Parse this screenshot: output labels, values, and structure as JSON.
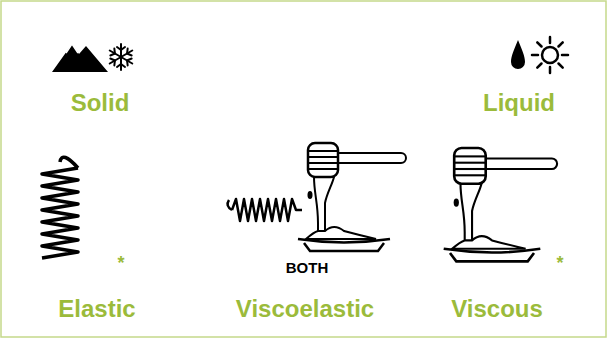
{
  "diagram": {
    "labels": [
      "Solid",
      "Liquid",
      "*",
      "BOTH",
      "*",
      "Elastic",
      "Viscoelastic",
      "Viscous"
    ]
  }
}
